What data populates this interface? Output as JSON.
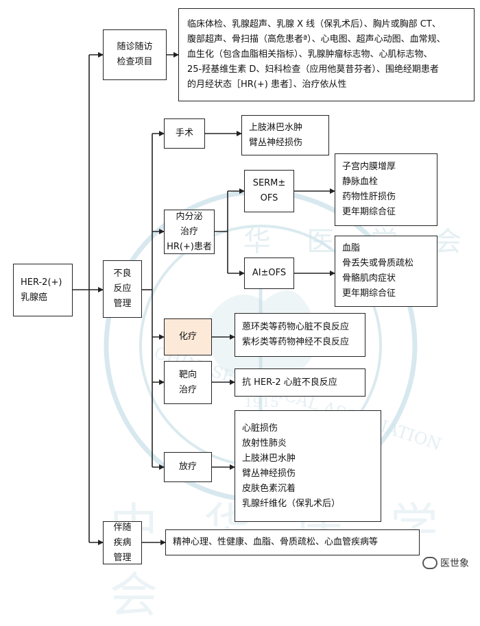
{
  "colors": {
    "line": "#222222",
    "highlight_fill": "#fde9d8",
    "watermark": "#bcd8e2"
  },
  "nodes": {
    "root": {
      "lines": [
        "HER-2(+)",
        "乳腺癌"
      ]
    },
    "followup": {
      "label": [
        "随诊随访",
        "检查项目"
      ],
      "detail": [
        "临床体检、乳腺超声、乳腺 X 线（保乳术后）、胸片或胸部 CT、",
        "腹部超声、骨扫描（高危患者ª）、心电图、超声心动图、血常规、",
        "血生化（包含血脂相关指标）、乳腺肿瘤标志物、心肌标志物、",
        "25-羟基维生素 D、妇科检查（应用他莫昔芬者）、围绝经期患者",
        "的月经状态［HR(+) 患者］、治疗依从性"
      ]
    },
    "adverse": {
      "label": [
        "不良",
        "反应",
        "管理"
      ]
    },
    "surgery": {
      "label": [
        "手术"
      ],
      "detail": [
        "上肢淋巴水肿",
        "臂丛神经损伤"
      ]
    },
    "endocrine": {
      "label": [
        "内分泌",
        "治疗",
        "HR(+)患者"
      ],
      "serm": {
        "label": [
          "SERM±",
          "OFS"
        ],
        "detail": [
          "子宫内膜增厚",
          "静脉血栓",
          "药物性肝损伤",
          "更年期综合征"
        ]
      },
      "ai": {
        "label": [
          "AI±OFS"
        ],
        "detail": [
          "血脂",
          "骨丢失或骨质疏松",
          "骨骼肌肉症状",
          "更年期综合征"
        ]
      }
    },
    "chemo": {
      "label": [
        "化疗"
      ],
      "detail": [
        "蒽环类等药物心脏不良反应",
        "紫杉类等药物神经不良反应"
      ]
    },
    "targeted": {
      "label": [
        "靶向",
        "治疗"
      ],
      "detail": [
        "抗 HER-2 心脏不良反应"
      ]
    },
    "radio": {
      "label": [
        "放疗"
      ],
      "detail": [
        "心脏损伤",
        "放射性肺炎",
        "上肢淋巴水肿",
        "臂丛神经损伤",
        "皮肤色素沉着",
        "乳腺纤维化（保乳术后）"
      ]
    },
    "comorbid": {
      "label": [
        "伴随",
        "疾病",
        "管理"
      ],
      "detail": [
        "精神心理、性健康、血脂、骨质疏松、心血管疾病等"
      ]
    }
  },
  "watermark": {
    "ring_text_top": "中 华 医 学 会",
    "ring_text_bottom": "CHINESE MEDICAL ASSOCIATION",
    "year": "1915",
    "bottom_text": "中 华 医 学 会"
  },
  "brand": {
    "icon": "wechat-eye-icon",
    "label": "医世象"
  }
}
